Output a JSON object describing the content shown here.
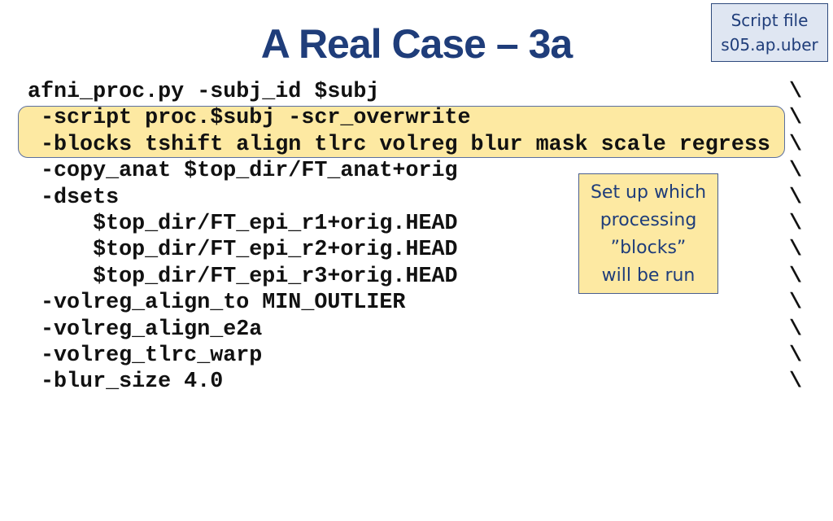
{
  "slide": {
    "title": "A Real Case – 3a"
  },
  "script_file": {
    "line1": "Script file",
    "line2": "s05.ap.uber"
  },
  "code_lines": [
    "afni_proc.py -subj_id $subj",
    " -script proc.$subj -scr_overwrite",
    " -blocks tshift align tlrc volreg blur mask scale regress",
    " -copy_anat $top_dir/FT_anat+orig",
    " -dsets",
    "     $top_dir/FT_epi_r1+orig.HEAD",
    "     $top_dir/FT_epi_r2+orig.HEAD",
    "     $top_dir/FT_epi_r3+orig.HEAD",
    " -volreg_align_to MIN_OUTLIER",
    " -volreg_align_e2a",
    " -volreg_tlrc_warp",
    " -blur_size 4.0"
  ],
  "line_continuation": "\\",
  "callout": {
    "line1": "Set up which",
    "line2": "processing",
    "line3": "”blocks”",
    "line4": "will be run"
  },
  "colors": {
    "title": "#1F3D7A",
    "highlight_fill": "#FDE9A2",
    "script_box_fill": "#DFE6F2",
    "border": "#2E4A7D"
  }
}
